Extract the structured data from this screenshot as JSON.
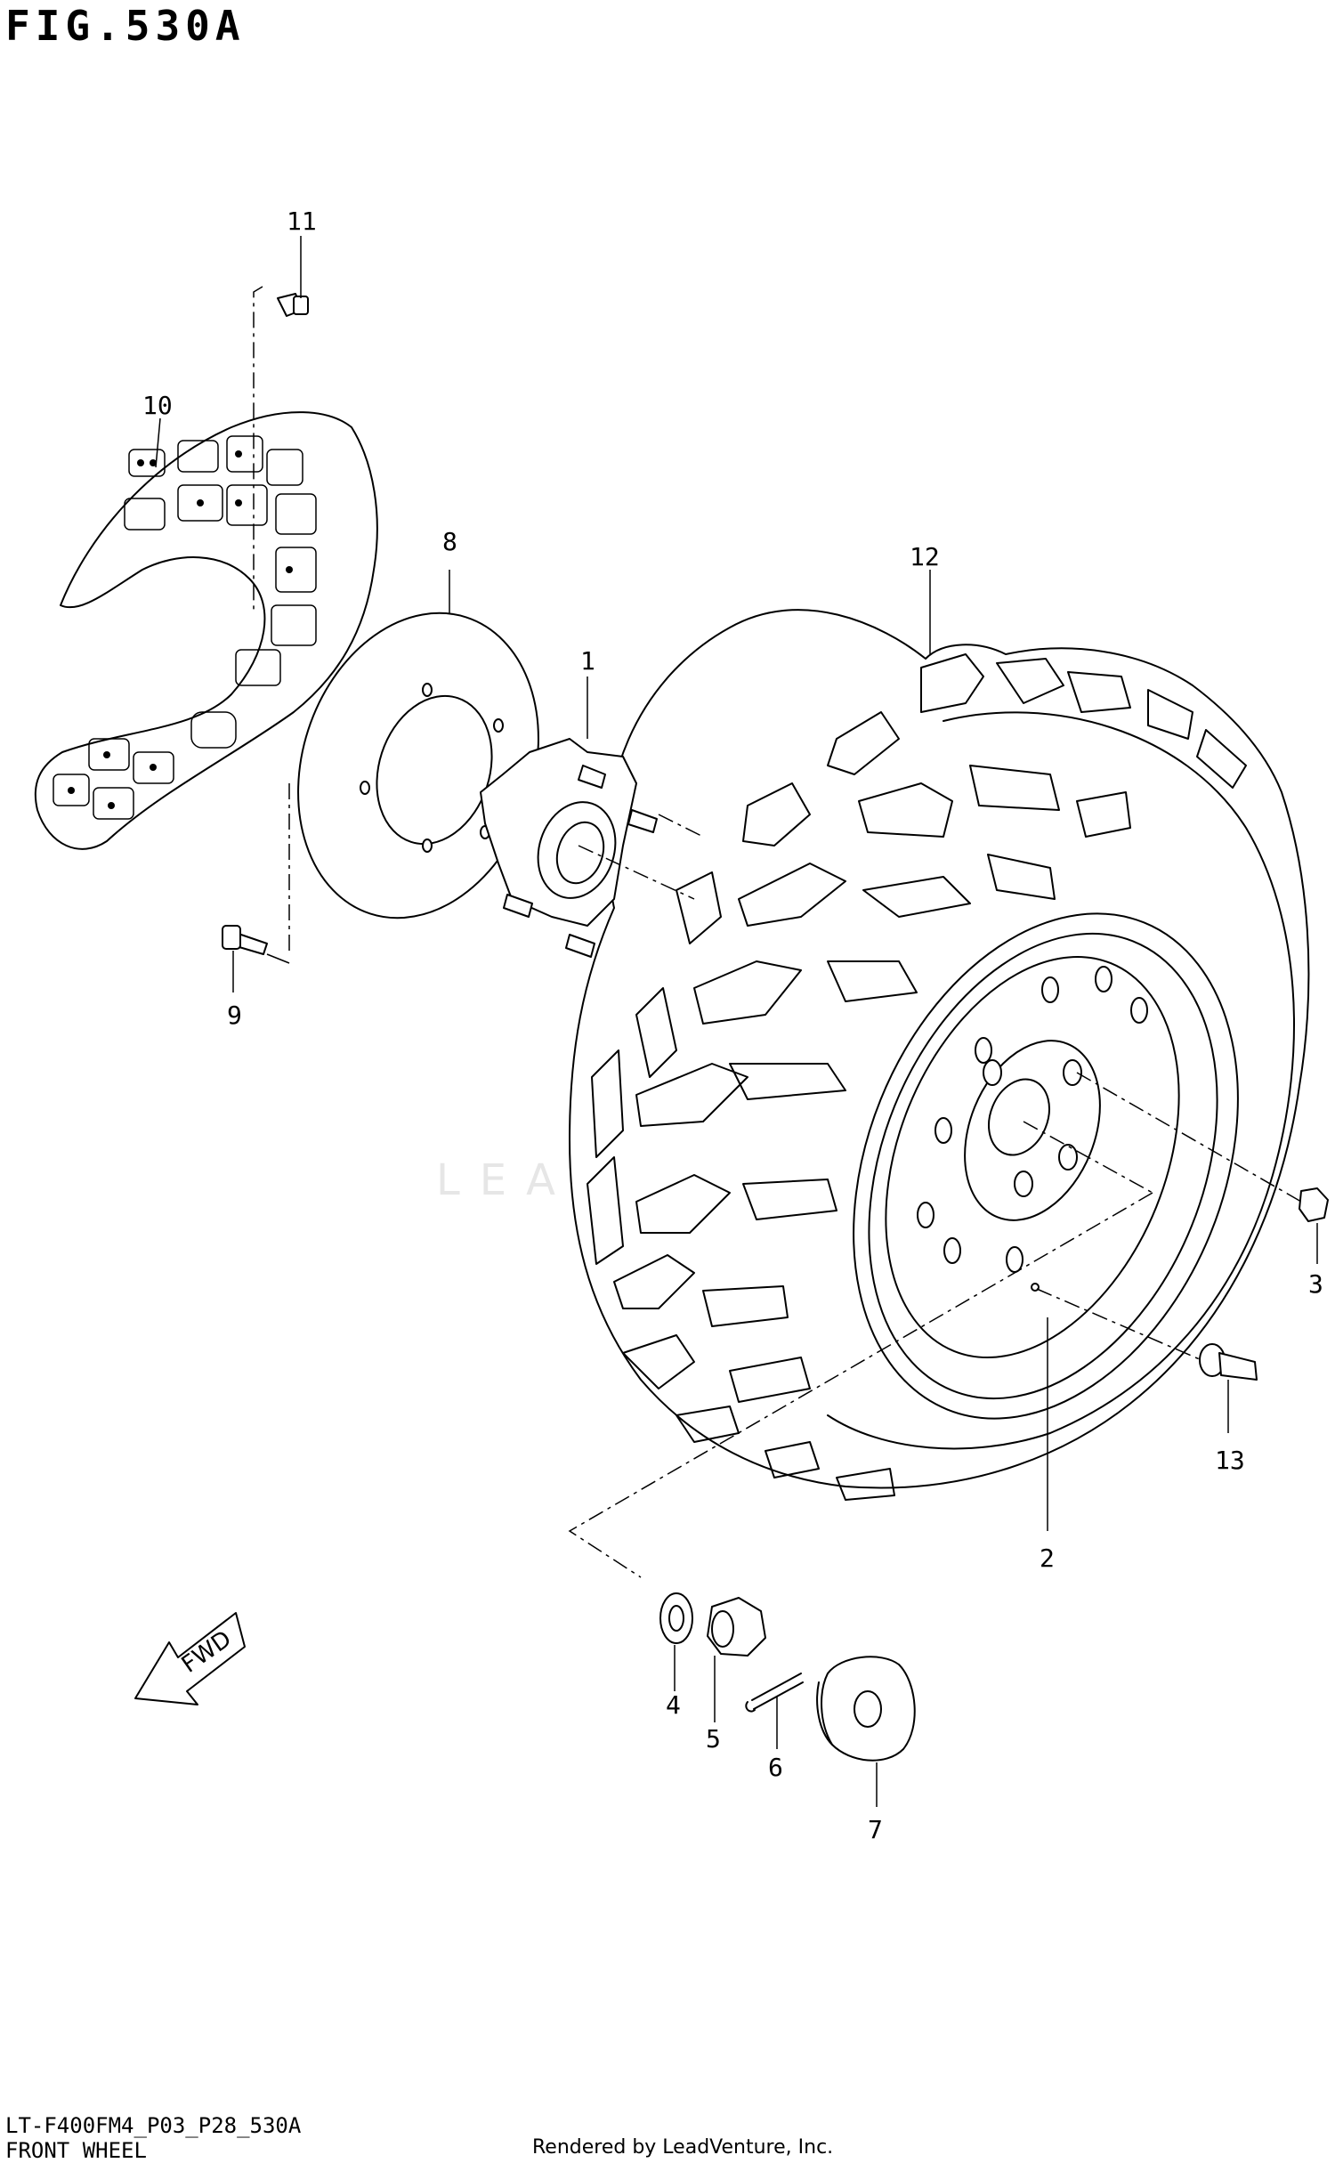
{
  "figure": {
    "title": "FIG.530A",
    "model_code": "LT-F400FM4_P03_P28_530A",
    "section_name": "FRONT WHEEL",
    "credit": "Rendered by LeadVenture, Inc.",
    "watermark": "LEADVENTURE"
  },
  "callouts": {
    "c1": "1",
    "c2": "2",
    "c3": "3",
    "c4": "4",
    "c5": "5",
    "c6": "6",
    "c7": "7",
    "c8": "8",
    "c9": "9",
    "c10": "10",
    "c11": "11",
    "c12": "12",
    "c13": "13"
  },
  "fwd_arrow": {
    "label": "FWD"
  },
  "parts": [
    "hub",
    "wheel",
    "nut",
    "washer",
    "castle-nut",
    "cotter-pin",
    "hub-cap",
    "brake-disc",
    "disc-bolt",
    "disc-guard",
    "guard-bolt",
    "tire",
    "valve"
  ]
}
